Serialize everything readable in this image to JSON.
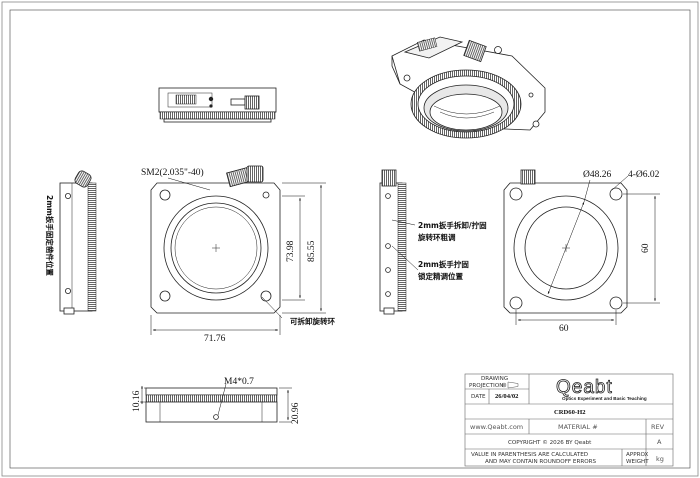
{
  "views": {
    "front_left": {
      "thread": "SM2(2.035\"-40)",
      "width": "71.76",
      "height_inner": "73.98",
      "height_outer": "85.55",
      "note_bottom": "可拆卸旋转环"
    },
    "side_left": {
      "note_vertical": "2mm扳手固定凿件位置"
    },
    "side_middle": {
      "note_1": "2mm扳手拆卸/拧固",
      "note_1b": "旋转环粗调",
      "note_2": "2mm扳手拧固",
      "note_2b": "锁定精调位置"
    },
    "front_right": {
      "diameter": "Ø48.26",
      "holes": "4-Ø6.02",
      "width": "60",
      "height": "60"
    },
    "bottom": {
      "screw": "M4*0.7",
      "height_left": "10.16",
      "height_right": "20.96"
    }
  },
  "title_block": {
    "drawing_label": "DRAWING",
    "projection_label": "PROJECTION",
    "date_label": "DATE",
    "date_value": "26/04/02",
    "logo_text": "Qeabt",
    "logo_tagline": "Optics Experiment and Basic Teaching",
    "part_number": "CRD60-H2",
    "website": "www.Qeabt.com",
    "material_label": "MATERIAL #",
    "rev_label": "REV",
    "rev_value": "A",
    "copyright": "COPYRIGHT © 2026 BY Qeabt",
    "disclaimer_1": "VALUE IN PARENTHESIS ARE CALCULATED",
    "disclaimer_2": "AND MAY CONTAIN ROUNDOFF ERRORS",
    "approx_label": "APPROX",
    "weight_label": "WEIGHT",
    "weight_unit": "kg"
  }
}
